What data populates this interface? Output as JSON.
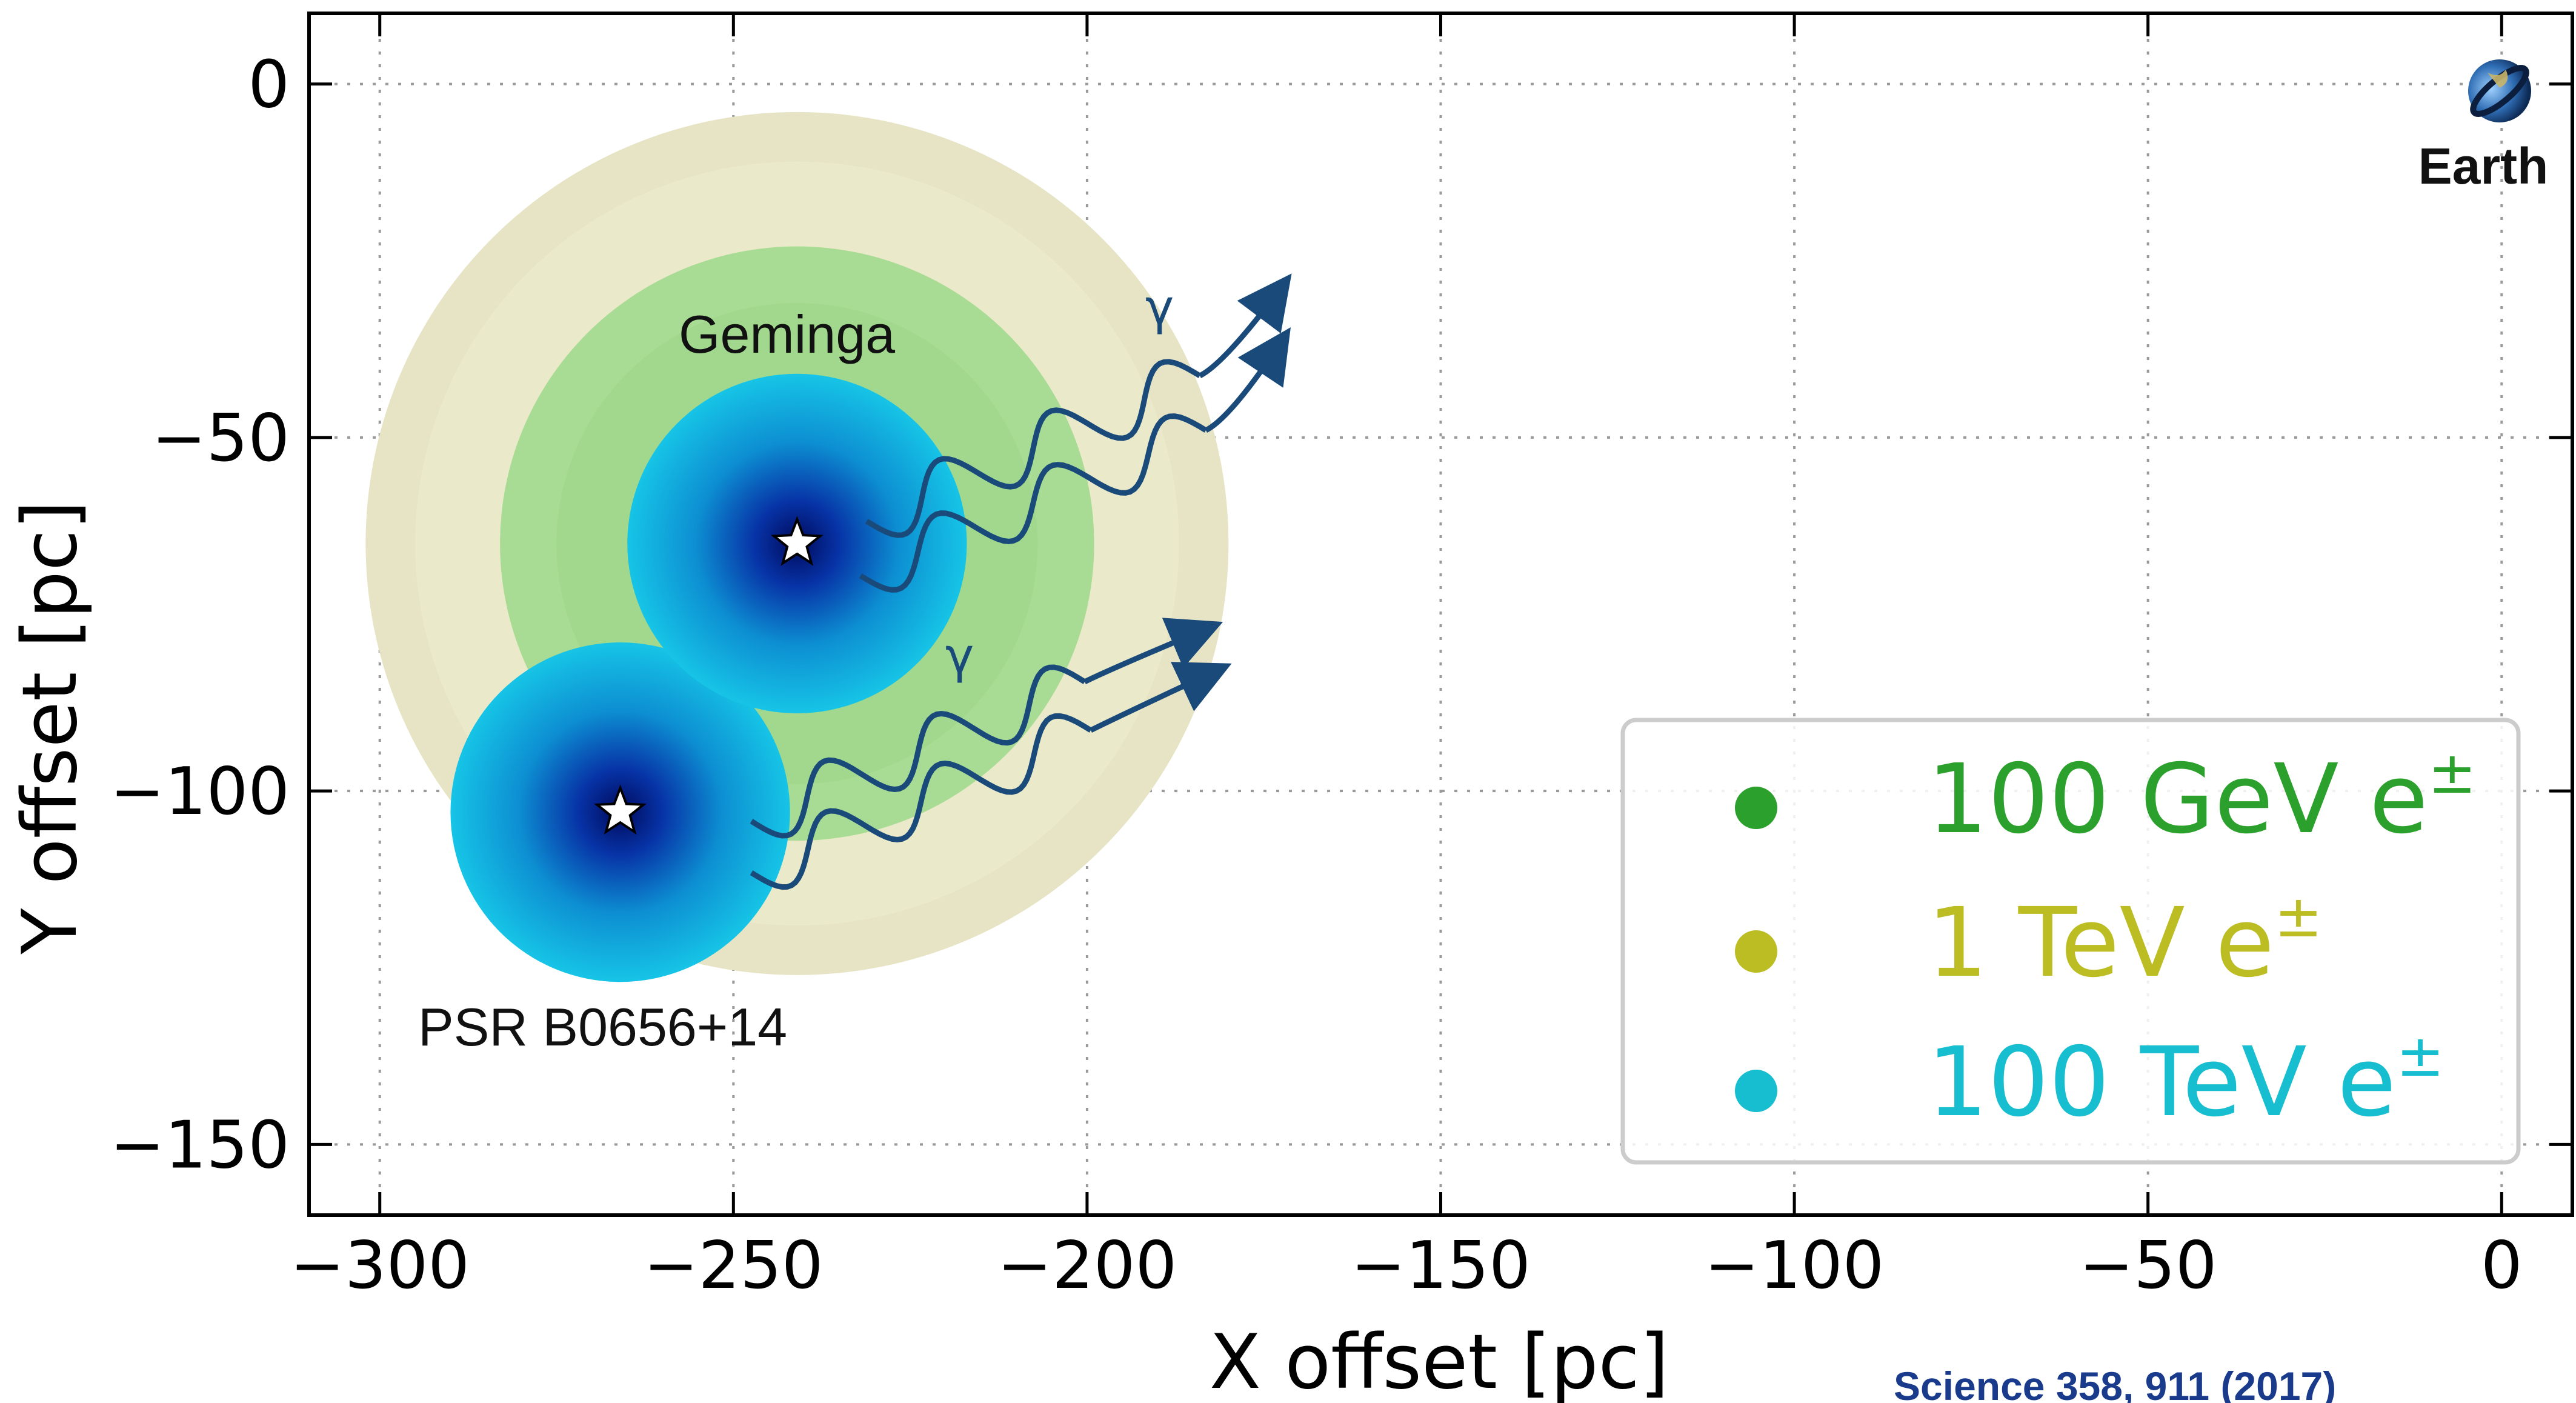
{
  "chart_data": {
    "type": "scatter",
    "xlabel": "X offset [pc]",
    "ylabel": "Y offset [pc]",
    "xlim": [
      -310,
      10
    ],
    "ylim": [
      -160,
      10
    ],
    "x_ticks": [
      -300,
      -250,
      -200,
      -150,
      -100,
      -50,
      0
    ],
    "y_ticks": [
      0,
      -50,
      -100,
      -150
    ],
    "x_tick_labels": [
      "−300",
      "−250",
      "−200",
      "−150",
      "−100",
      "−50",
      "0"
    ],
    "y_tick_labels": [
      "0",
      "−50",
      "−100",
      "−150"
    ],
    "grid": true,
    "legend_position": "bottom-right",
    "series": [
      {
        "name": "100 GeV e",
        "color": "#2ca02c"
      },
      {
        "name": "1 TeV e",
        "color": "#bcbd22"
      },
      {
        "name": "100 TeV e",
        "color": "#17becf"
      }
    ],
    "legend_superscript": "±",
    "sources": [
      {
        "name": "Geminga",
        "x": -241,
        "y": -65,
        "halo_radii": [
          61,
          42,
          24
        ]
      },
      {
        "name": "PSR B0656+14",
        "x": -266,
        "y": -103,
        "halo_radii": [
          24
        ]
      }
    ],
    "gamma_label": "γ",
    "earth": {
      "label": "Earth",
      "x": 0,
      "y": 0,
      "icon": "earth-icon"
    },
    "citation": "Science 358, 911 (2017)"
  }
}
